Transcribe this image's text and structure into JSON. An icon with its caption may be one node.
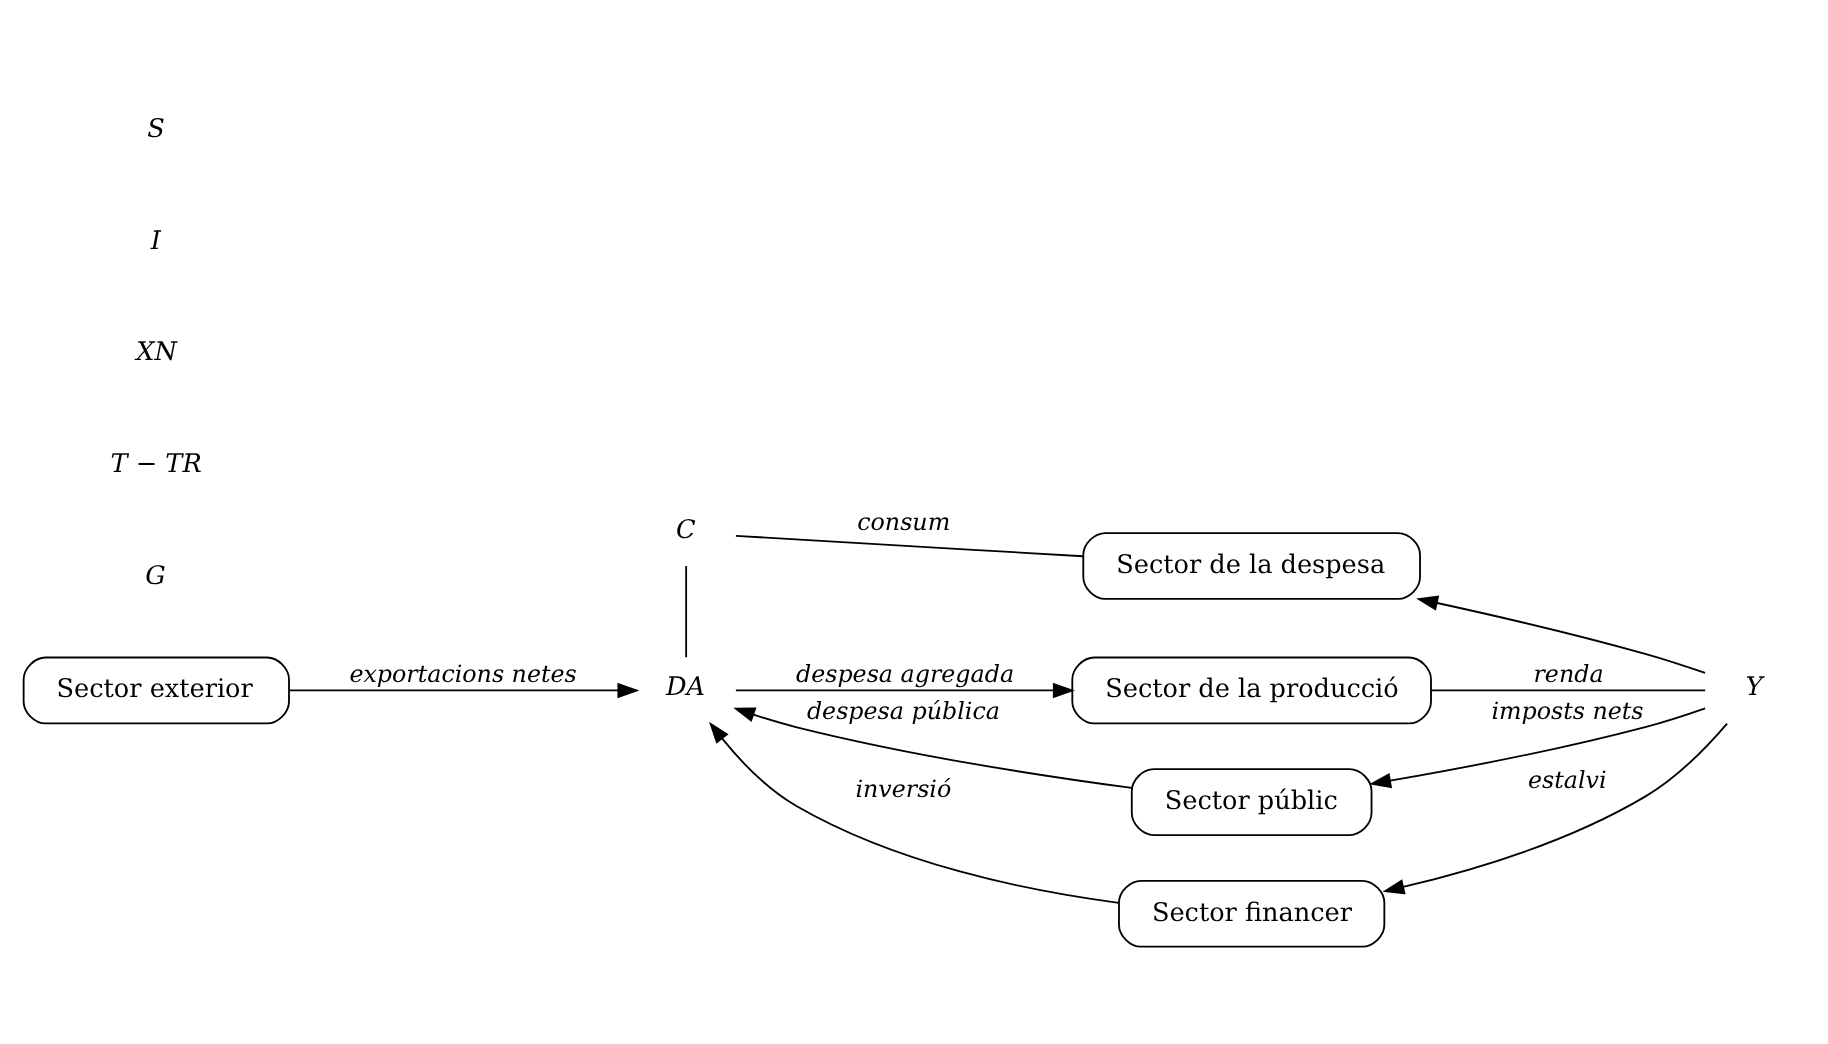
{
  "diagram": {
    "nodes": [
      {
        "text": [
          "DA"
        ]
      },
      {
        "text": [
          "Sector de la producció"
        ]
      },
      {
        "text": [
          "Y"
        ]
      },
      {
        "text": [
          "Sector públic"
        ]
      },
      {
        "text": [
          "Sector financer"
        ]
      },
      {
        "text": [
          "Sector de la despesa"
        ]
      },
      {
        "text": [
          "C"
        ]
      },
      {
        "text": [
          "Sector exterior"
        ]
      }
    ],
    "edges": [
      {
        "from": 0,
        "to": 1,
        "arrow": "to",
        "label": "despesa agregada"
      },
      {
        "from": 1,
        "to": 2,
        "arrow": "none",
        "label": "renda"
      },
      {
        "from": 2,
        "to": 3,
        "arrow": "to",
        "label": "imposts nets"
      },
      {
        "from": 3,
        "to": 0,
        "arrow": "to",
        "label": "despesa pública"
      },
      {
        "from": 2,
        "to": 4,
        "arrow": "to",
        "label": "estalvi"
      },
      {
        "from": 4,
        "to": 0,
        "arrow": "to",
        "label": "inversió"
      },
      {
        "from": 2,
        "to": 5,
        "arrow": "to"
      },
      {
        "from": 5,
        "to": 6,
        "arrow": "none",
        "label": "consum"
      },
      {
        "from": 6,
        "to": 0,
        "arrow": "none"
      },
      {
        "from": 7,
        "to": 0,
        "arrow": "to",
        "label": "exportacions netes"
      }
    ],
    "labels": [
      "G",
      "T − TR",
      "XN",
      "I",
      "S"
    ]
  }
}
